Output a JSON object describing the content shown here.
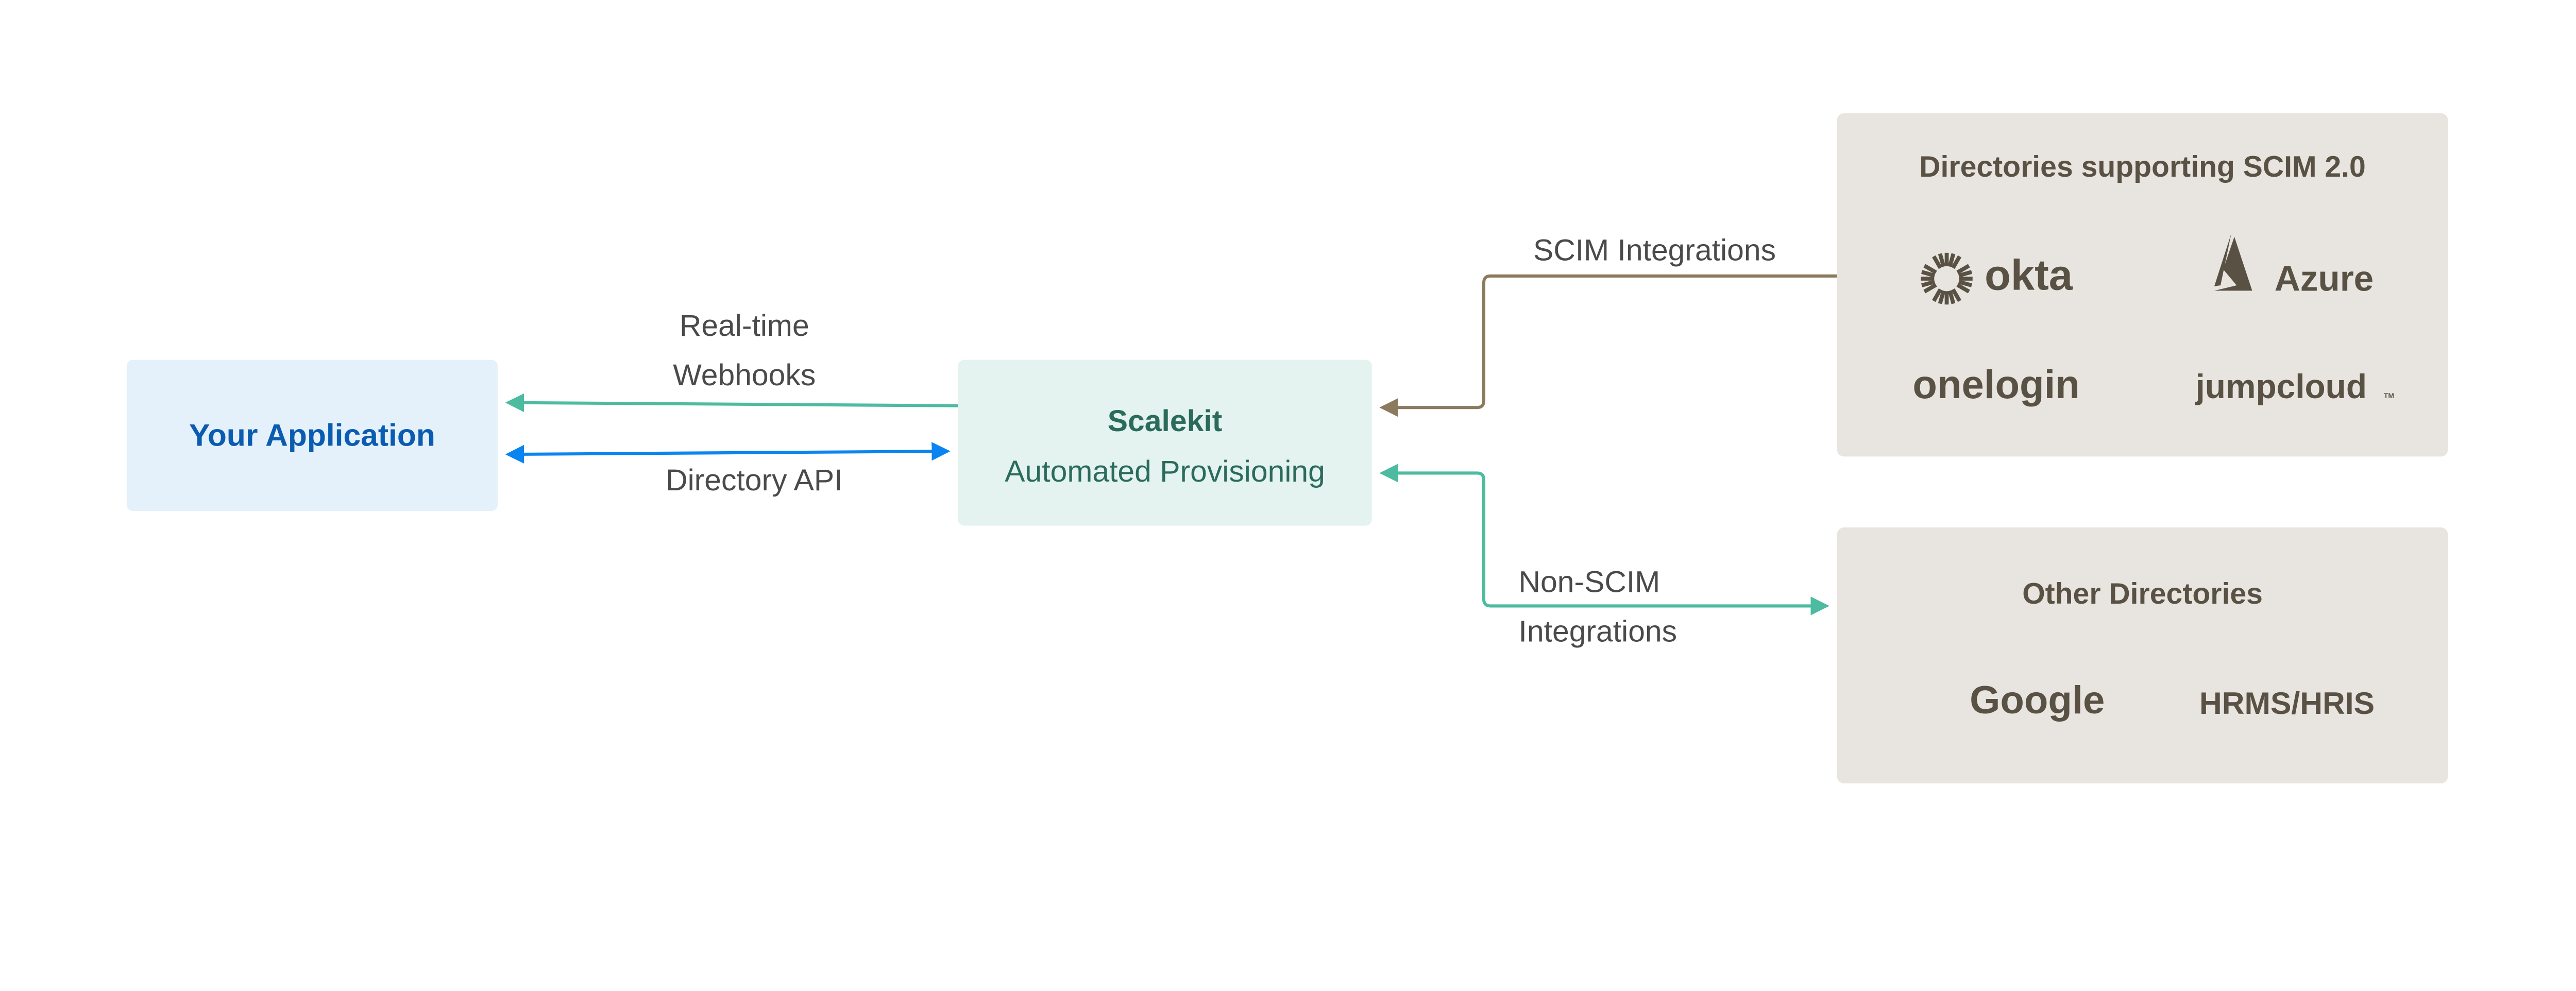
{
  "nodes": {
    "app": {
      "label": "Your Application",
      "color": "#0b5cb0",
      "bg": "#e4f1fb"
    },
    "scalekit": {
      "title": "Scalekit",
      "subtitle": "Automated Provisioning",
      "color": "#2a6b5a",
      "bg": "#e4f3ef"
    },
    "scim_dirs": {
      "title": "Directories supporting SCIM 2.0",
      "logos": [
        "okta",
        "Azure",
        "onelogin",
        "jumpcloud"
      ],
      "tm": "TM",
      "bg": "#e8e5e0"
    },
    "other_dirs": {
      "title": "Other Directories",
      "logos": [
        "Google",
        "HRMS/HRIS"
      ],
      "bg": "#e8e5e0"
    }
  },
  "edges": {
    "webhooks": {
      "label_line1": "Real-time",
      "label_line2": "Webhooks",
      "color": "#4dbba0"
    },
    "directory_api": {
      "label": "Directory API",
      "color": "#0a84f0"
    },
    "scim": {
      "label": "SCIM Integrations",
      "color": "#8b7a5e"
    },
    "non_scim": {
      "label_line1": "Non-SCIM",
      "label_line2": "Integrations",
      "color": "#4dbba0"
    }
  }
}
